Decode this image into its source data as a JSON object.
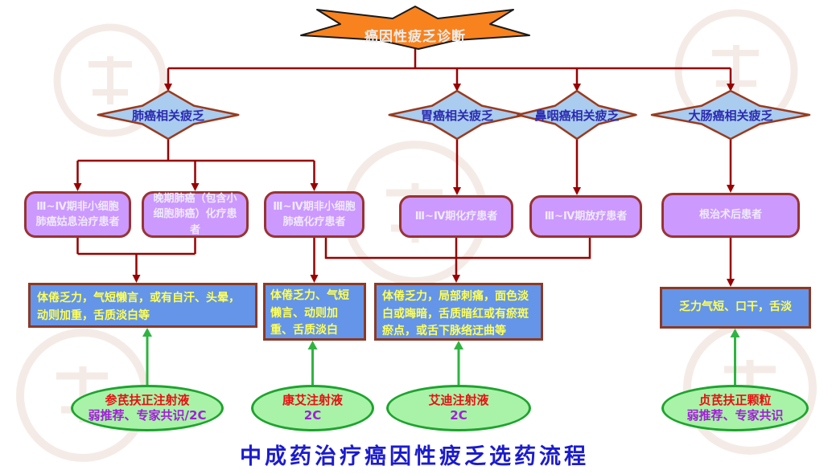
{
  "title": "中成药治疗癌因性疲乏选药流程",
  "banner": {
    "label": "癌因性疲乏诊断"
  },
  "branches": [
    {
      "id": "lung",
      "label": "肺癌相关疲乏"
    },
    {
      "id": "stomach",
      "label": "胃癌相关疲乏"
    },
    {
      "id": "nasopharyngeal",
      "label": "鼻咽癌相关疲乏"
    },
    {
      "id": "colorectal",
      "label": "大肠癌相关疲乏"
    }
  ],
  "patient_groups": [
    {
      "id": "group-0",
      "label": "Ⅲ~Ⅳ期非小细胞肺癌姑息治疗患者"
    },
    {
      "id": "group-1",
      "label": "晚期肺癌（包含小细胞肺癌）化疗患者"
    },
    {
      "id": "group-2",
      "label": "Ⅲ~Ⅳ期非小细胞肺癌化疗患者"
    },
    {
      "id": "group-3",
      "label": "Ⅲ~Ⅳ期化疗患者"
    },
    {
      "id": "group-4",
      "label": "Ⅲ~Ⅳ期放疗患者"
    },
    {
      "id": "group-5",
      "label": "根治术后患者"
    }
  ],
  "symptoms": [
    {
      "id": "symptom-0",
      "text": "体倦乏力，气短懒言，或有自汗、头晕，动则加重，舌质淡白等"
    },
    {
      "id": "symptom-1",
      "text": "体倦乏力、气短懒言、动则加重、舌质淡白"
    },
    {
      "id": "symptom-2",
      "text": "体倦乏力，局部刺痛，面色淡白或晦暗，舌质暗红或有瘀斑瘀点，或舌下脉络迂曲等"
    },
    {
      "id": "symptom-3",
      "text": "乏力气短、口干，舌淡"
    }
  ],
  "medicines": [
    {
      "id": "medicine-0",
      "name": "参芪扶正注射液",
      "recommendation": "弱推荐、专家共识/2C"
    },
    {
      "id": "medicine-1",
      "name": "康艾注射液",
      "recommendation": "2C"
    },
    {
      "id": "medicine-2",
      "name": "艾迪注射液",
      "recommendation": "2C"
    },
    {
      "id": "medicine-3",
      "name": "贞芪扶正颗粒",
      "recommendation": "弱推荐、专家共识"
    }
  ],
  "edges": [
    {
      "from": "diagnosis",
      "to": "lung"
    },
    {
      "from": "diagnosis",
      "to": "stomach"
    },
    {
      "from": "diagnosis",
      "to": "nasopharyngeal"
    },
    {
      "from": "diagnosis",
      "to": "colorectal"
    },
    {
      "from": "lung",
      "to": "group-0"
    },
    {
      "from": "lung",
      "to": "group-1"
    },
    {
      "from": "lung",
      "to": "group-2"
    },
    {
      "from": "stomach",
      "to": "group-3"
    },
    {
      "from": "nasopharyngeal",
      "to": "group-4"
    },
    {
      "from": "colorectal",
      "to": "group-5"
    },
    {
      "from": "group-0",
      "to": "symptom-0"
    },
    {
      "from": "group-1",
      "to": "symptom-0"
    },
    {
      "from": "group-2",
      "to": "symptom-1"
    },
    {
      "from": "group-2",
      "to": "symptom-2"
    },
    {
      "from": "group-3",
      "to": "symptom-2"
    },
    {
      "from": "group-4",
      "to": "symptom-2"
    },
    {
      "from": "group-5",
      "to": "symptom-3"
    },
    {
      "from": "medicine-0",
      "to": "symptom-0"
    },
    {
      "from": "medicine-1",
      "to": "symptom-1"
    },
    {
      "from": "medicine-2",
      "to": "symptom-2"
    },
    {
      "from": "medicine-3",
      "to": "symptom-3"
    }
  ],
  "colors": {
    "banner_fill": "#f8821e",
    "banner_text": "#ececec",
    "branch_fill": "#a9ccef",
    "branch_border": "#993b1e",
    "branch_text": "#2b2bb0",
    "group_fill": "#cc99ff",
    "group_border": "#993333",
    "group_text": "#efeafb",
    "symptom_fill": "#6495e8",
    "symptom_border": "#8b3a26",
    "symptom_text": "#ffff55",
    "medicine_fill": "#a8f3a8",
    "medicine_border": "#1fa32f",
    "medicine_name_text": "#e81111",
    "medicine_grade_text": "#a21fd6",
    "connector": "#990000",
    "green_arrow": "#2fb441",
    "title_text": "#1b1bce"
  }
}
